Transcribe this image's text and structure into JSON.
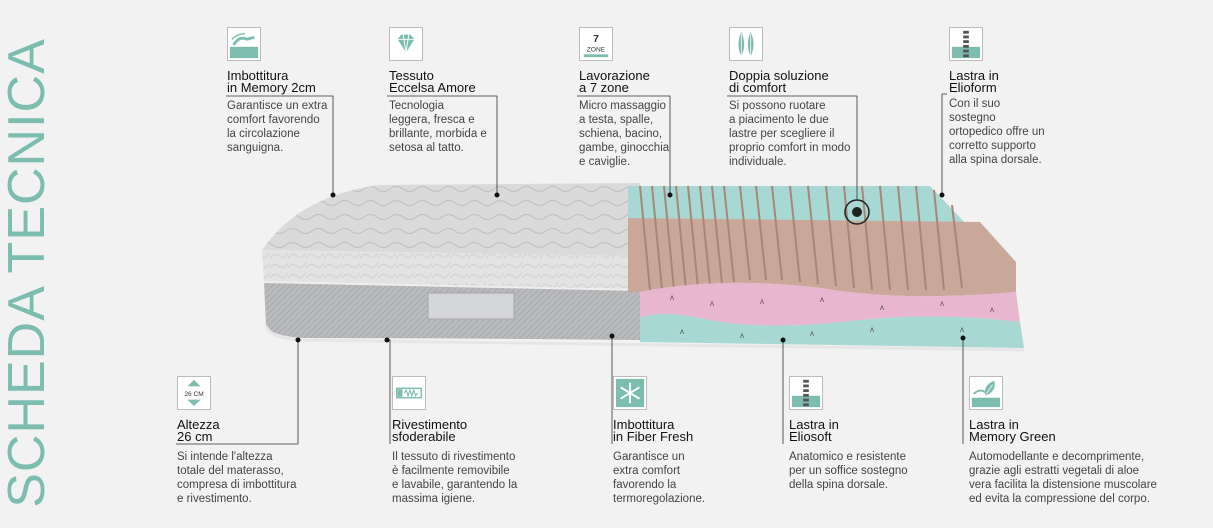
{
  "page_title": "SCHEDA TECNICA",
  "features": [
    {
      "icon": "memory-foam-hand-icon",
      "title_1": "Imbottitura",
      "title_2": "in Memory 2cm",
      "description": [
        "Garantisce un extra",
        "comfort favorendo",
        "la circolazione",
        "sanguigna."
      ]
    },
    {
      "icon": "diamond-icon",
      "title_1": "Tessuto",
      "title_2": "Eccelsa Amore",
      "description": [
        "Tecnologia",
        "leggera, fresca e",
        "brillante, morbida e",
        "setosa al tatto."
      ]
    },
    {
      "icon": "seven-zone-icon",
      "icon_text_top": "7",
      "icon_text_bottom": "ZONE",
      "title_1": "Lavorazione",
      "title_2": "a 7 zone",
      "description": [
        "Micro massaggio",
        "a testa, spalle,",
        "schiena, bacino,",
        "gambe, ginocchia",
        "e caviglie."
      ]
    },
    {
      "icon": "feathers-icon",
      "title_1": "Doppia soluzione",
      "title_2": "di comfort",
      "description": [
        "Si possono ruotare",
        "a piacimento le due",
        "lastre per scegliere il",
        "proprio comfort in modo",
        "individuale."
      ]
    },
    {
      "icon": "spine-icon",
      "title_1": "Lastra in",
      "title_2": "Elioform",
      "description": [
        "Con il suo",
        "sostegno",
        "ortopedico offre un",
        "corretto supporto",
        "alla spina dorsale."
      ]
    },
    {
      "icon": "height-icon",
      "icon_text": "26 CM",
      "title_1": "Altezza",
      "title_2": "26 cm",
      "description": [
        "Si intende l'altezza",
        "totale del materasso,",
        "compresa di imbottitura",
        "e rivestimento."
      ]
    },
    {
      "icon": "zipper-icon",
      "title_1": "Rivestimento",
      "title_2": "sfoderabile",
      "description": [
        "Il tessuto di rivestimento",
        "è facilmente removibile",
        "e lavabile, garantendo la",
        "massima igiene."
      ]
    },
    {
      "icon": "snowflake-icon",
      "title_1": "Imbottitura",
      "title_2": "in Fiber Fresh",
      "description": [
        "Garantisce un",
        "extra comfort",
        "favorendo la",
        "termoregolazione."
      ]
    },
    {
      "icon": "spine-icon",
      "title_1": "Lastra in",
      "title_2": "Eliosoft",
      "description": [
        "Anatomico e resistente",
        "per un soffice sostegno",
        "della spina dorsale."
      ]
    },
    {
      "icon": "leaf-hand-icon",
      "title_1": "Lastra in",
      "title_2": "Memory Green",
      "description": [
        "Automodellante e decomprimente,",
        "grazie agli estratti vegetali di aloe",
        "vera facilita la distensione muscolare",
        "ed evita la compressione del corpo."
      ]
    }
  ],
  "colors": {
    "accent": "#7cbdb0",
    "foam_brown": "#c9a89a",
    "foam_pink": "#e9b6cf",
    "foam_teal": "#a8d8d3",
    "fabric_gray": "#c4c5c7"
  }
}
